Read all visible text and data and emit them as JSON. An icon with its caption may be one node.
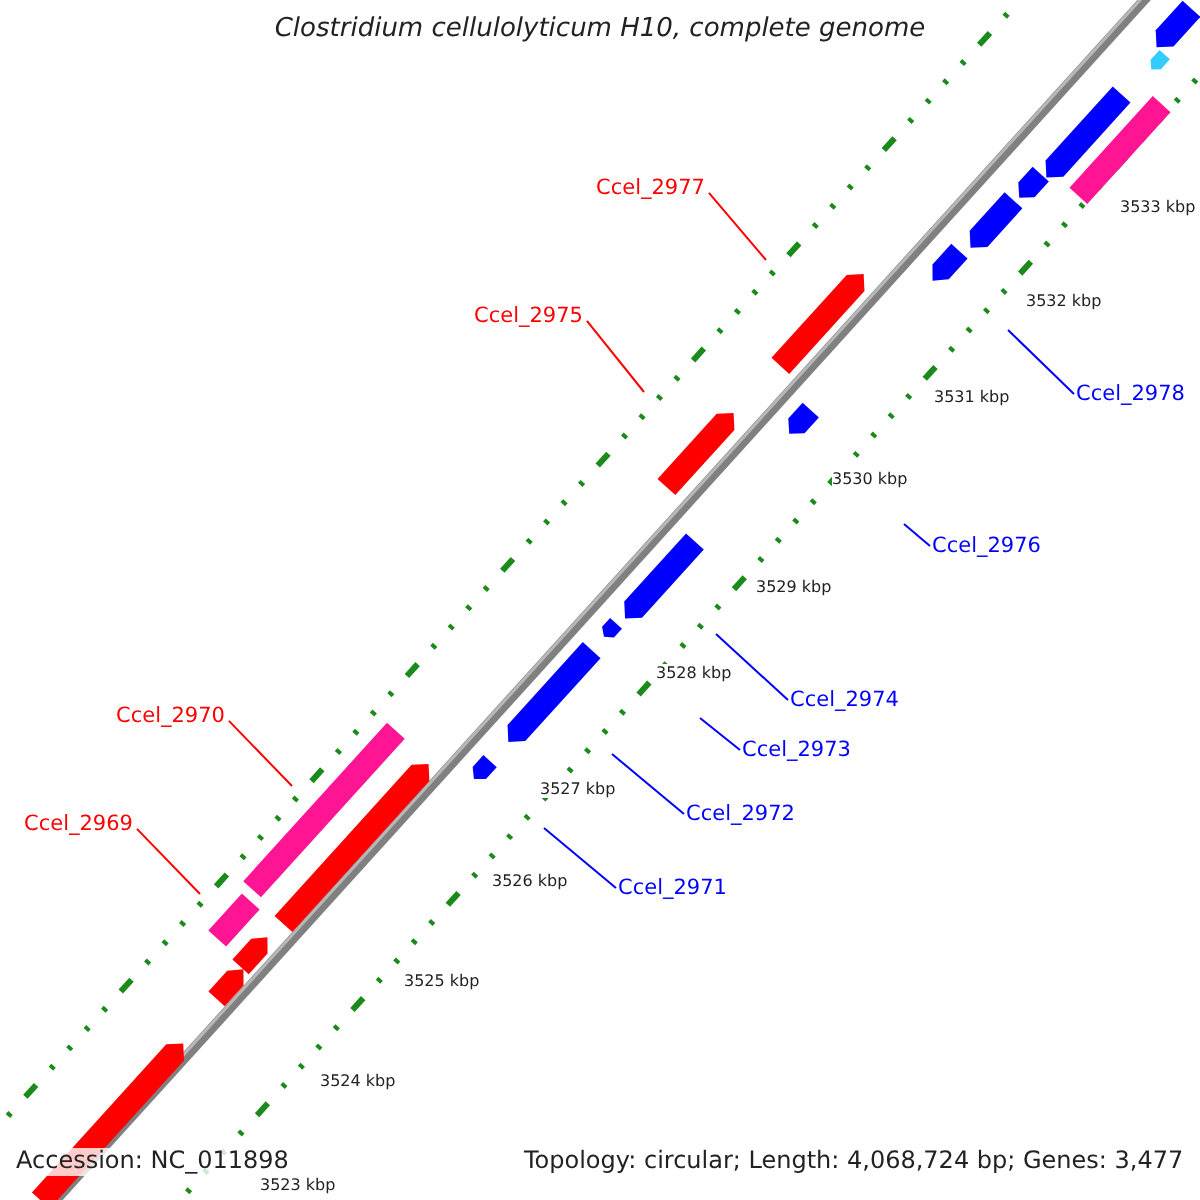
{
  "diagram": {
    "title": "Clostridium cellulolyticum H10, complete genome",
    "nodes": [
      {
        "text": [
          "Ccel_2977"
        ]
      },
      {
        "text": [
          "Ccel_2978"
        ]
      },
      {
        "text": [
          "Ccel_2975"
        ]
      },
      {
        "text": [
          "Ccel_2976"
        ]
      },
      {
        "text": [
          "Ccel_2974"
        ]
      },
      {
        "text": [
          "Ccel_2970"
        ]
      },
      {
        "text": [
          "Ccel_2973"
        ]
      },
      {
        "text": [
          "Ccel_2972"
        ]
      },
      {
        "text": [
          "Ccel_2969"
        ]
      },
      {
        "text": [
          "Ccel_2971"
        ]
      }
    ],
    "edges": [
      {
        "from": 0,
        "to": null,
        "arrow": "none",
        "color": "#ff0000"
      },
      {
        "from": 1,
        "to": null,
        "arrow": "none"
      },
      {
        "from": 2,
        "to": null,
        "arrow": "none",
        "color": "#ff0000"
      },
      {
        "from": 3,
        "to": null,
        "arrow": "none"
      },
      {
        "from": 4,
        "to": null,
        "arrow": "none"
      },
      {
        "from": 5,
        "to": null,
        "arrow": "none",
        "color": "#ff0000"
      },
      {
        "from": 6,
        "to": null,
        "arrow": "none"
      },
      {
        "from": 7,
        "to": null,
        "arrow": "none"
      },
      {
        "from": 8,
        "to": null,
        "arrow": "none",
        "color": "#ff0000"
      },
      {
        "from": 9,
        "to": null,
        "arrow": "none"
      }
    ],
    "labels": [
      "3533 kbp",
      "3532 kbp",
      "3531 kbp",
      "3530 kbp",
      "3529 kbp",
      "3528 kbp",
      "3527 kbp",
      "3526 kbp",
      "3525 kbp",
      "3524 kbp",
      "Accession: NC_011898",
      "Topology: circular; Length: 4,068,724 bp; Genes: 3,477",
      "3523 kbp"
    ]
  }
}
